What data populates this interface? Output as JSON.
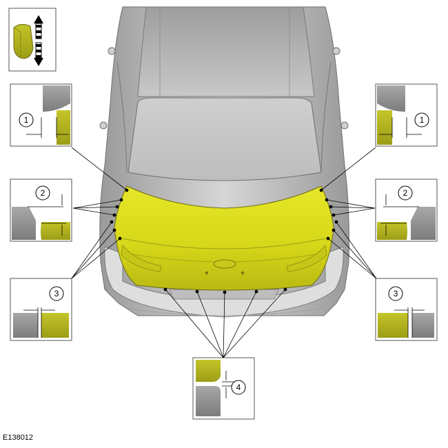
{
  "figure_code": "E138012",
  "callouts": {
    "left_1": "1",
    "left_2": "2",
    "left_3": "3",
    "right_1": "1",
    "right_2": "2",
    "right_3": "3",
    "bottom_4": "4"
  },
  "colors": {
    "liftgate_yellow": "#d8d81a",
    "liftgate_shadow": "#a3a310",
    "body_gray": "#c4c4c4",
    "roof_gray": "#b8b8b8",
    "bumper_gray": "#dedede",
    "detail_olive": "#b2b21f",
    "detail_gray": "#8c8c8c",
    "leader_line": "#000000"
  },
  "icons": [
    "vertical-adjust-arrow-icon"
  ]
}
